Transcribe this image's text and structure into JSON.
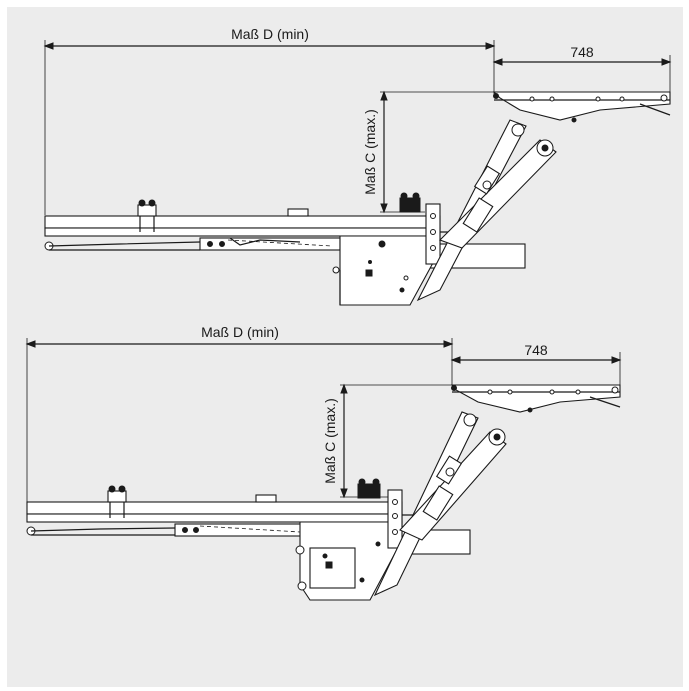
{
  "diagrams": [
    {
      "dimension_d": "Maß D (min)",
      "dimension_c": "Maß C (max.)",
      "dimension_width": "748"
    },
    {
      "dimension_d": "Maß D (min)",
      "dimension_c": "Maß C (max.)",
      "dimension_width": "748"
    }
  ]
}
